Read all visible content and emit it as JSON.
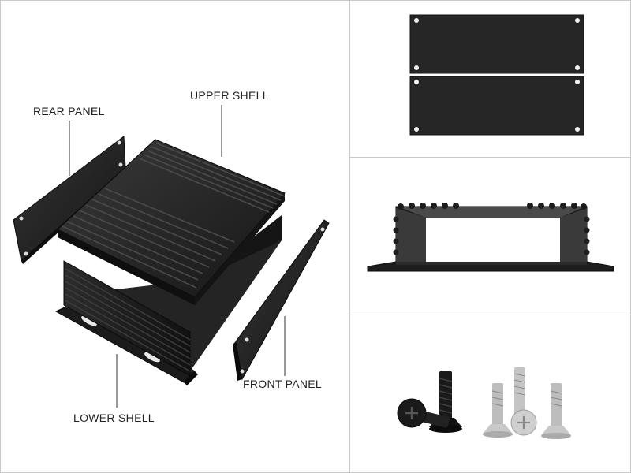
{
  "labels": {
    "rear_panel": "REAR PANEL",
    "upper_shell": "UPPER SHELL",
    "front_panel": "FRONT PANEL",
    "lower_shell": "LOWER SHELL"
  },
  "colors": {
    "aluminum_black": "#1e1e1e",
    "aluminum_dark": "#2a2a2a",
    "screw_silver": "#bdbdbd",
    "border": "#c8c8c8"
  }
}
